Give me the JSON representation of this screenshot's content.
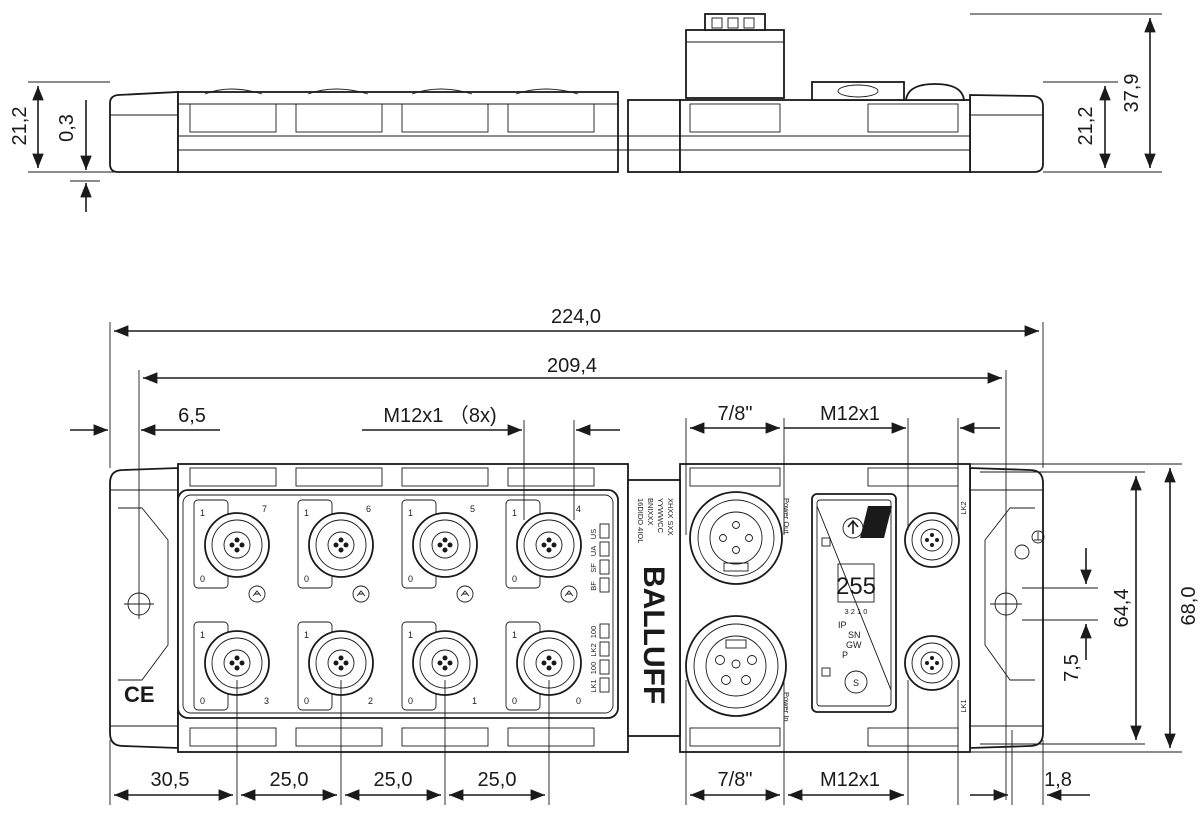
{
  "dimensions": {
    "side_height_left": "21,2",
    "side_offset": "0,3",
    "side_height_right": "21,2",
    "side_total_height": "37,9",
    "overall_length": "224,0",
    "hole_spacing": "209,4",
    "hole_offset": "6,5",
    "port_thread_group": "M12x1 （8x)",
    "power_thread_top": "7/8\"",
    "net_thread_top": "M12x1",
    "bottom_first": "30,5",
    "bottom_pitch_1": "25,0",
    "bottom_pitch_2": "25,0",
    "bottom_pitch_3": "25,0",
    "power_thread_bottom": "7/8\"",
    "net_thread_bottom": "M12x1",
    "flange_offset": "1,8",
    "width_total": "68,0",
    "hole_vertical_spacing": "64,4",
    "hole_vertical_offset": "7,5"
  },
  "labels": {
    "port_numbers": [
      "7",
      "6",
      "5",
      "4",
      "3",
      "2",
      "1",
      "0"
    ],
    "pin_one": "1",
    "pin_zero": "0",
    "led_labels_top": [
      "US",
      "UA",
      "SF",
      "BF"
    ],
    "led_labels_bottom": [
      "100",
      "LK2",
      "100",
      "LK1"
    ],
    "product_code": "16DIDO 4IOL",
    "product_lines": [
      "BNIXXX",
      "YYWWCC",
      "XHXX SXX"
    ],
    "brand": "BALLUFF",
    "power_out": "Power Out",
    "power_in": "Power In",
    "display_value": "255",
    "display_digits": "3 2 1 0",
    "ip_label": "IP",
    "sn_label": "SN",
    "gw_label": "GW",
    "p_label": "P",
    "s_label": "S",
    "lk2": "LK2",
    "lk1": "LK1",
    "ce_mark": "CE"
  }
}
